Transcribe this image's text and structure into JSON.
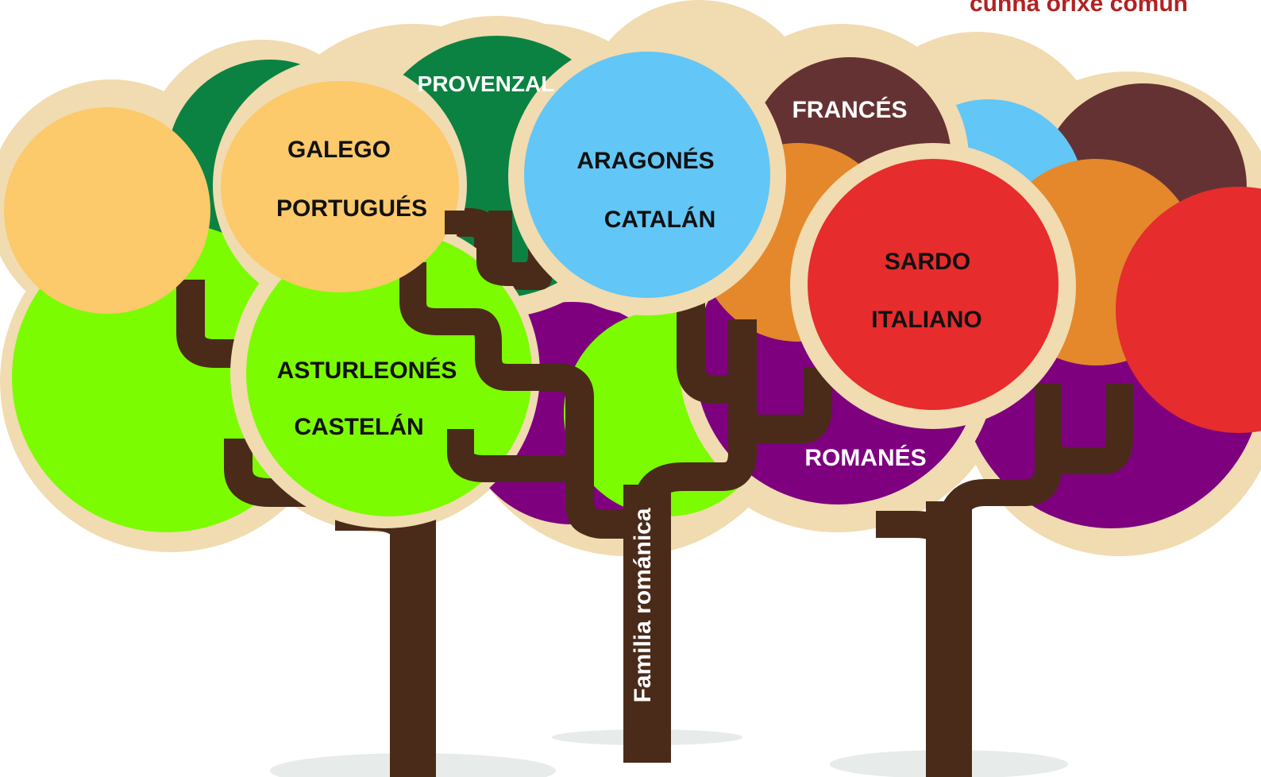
{
  "caption": "cunha orixe común",
  "trunk_label": "Familia románica",
  "languages": {
    "galego": "GALEGO",
    "portugues": "PORTUGUÉS",
    "provenzal": "PROVENZAL",
    "aragones": "ARAGONÉS",
    "catalan": "CATALÁN",
    "frances": "FRANCÉS",
    "sardo": "SARDO",
    "italiano": "ITALIANO",
    "asturleones": "ASTURLEONÉS",
    "castelan": "CASTELÁN",
    "romanes": "ROMANÉS"
  },
  "colors": {
    "halo": "#f1dbb0",
    "trunk": "#4a2b19",
    "yellow": "#fcc96b",
    "dark_green": "#0b8242",
    "light_blue": "#62c6f6",
    "brown": "#653233",
    "orange": "#e4882b",
    "red": "#e62c2c",
    "lime": "#7cfc00",
    "purple": "#7e007f",
    "caption": "#b22222"
  }
}
